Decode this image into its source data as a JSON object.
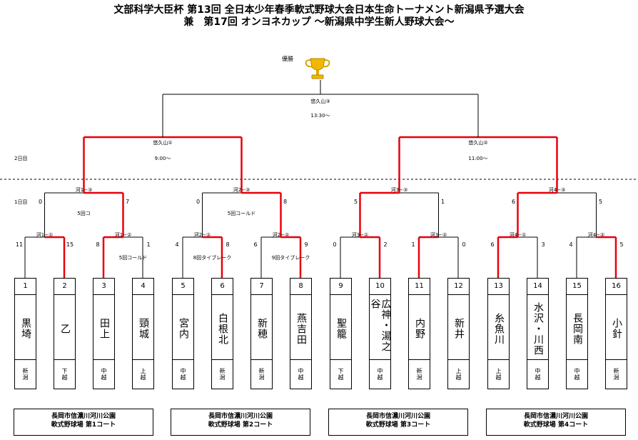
{
  "title_line1": "文部科学大臣杯 第13回 全日本少年春季軟式野球大会日本生命トーナメント新潟県予選大会",
  "title_line2": "兼　第17回 オンヨネカップ 〜新潟県中学生新人野球大会〜",
  "winner_label": "優勝",
  "day_labels": {
    "day2": "2日目",
    "day1": "1日目"
  },
  "final": {
    "venue": "悠久山③",
    "time": "13:30〜"
  },
  "semis": [
    {
      "venue": "悠久山①",
      "time": "9:00〜"
    },
    {
      "venue": "悠久山②",
      "time": "11:00〜"
    }
  ],
  "quarters": [
    {
      "label": "河1−③",
      "left_score": "0",
      "right_score": "7",
      "note": "5回コ"
    },
    {
      "label": "河2−③",
      "left_score": "0",
      "right_score": "8",
      "note": "5回コールド"
    },
    {
      "label": "河3−③",
      "left_score": "5",
      "right_score": "1",
      "note": ""
    },
    {
      "label": "河4−③",
      "left_score": "6",
      "right_score": "5",
      "note": ""
    }
  ],
  "first_round": [
    {
      "label": "河1−①",
      "left_score": "11",
      "right_score": "15",
      "note": ""
    },
    {
      "label": "河1−②",
      "left_score": "8",
      "right_score": "1",
      "note": "5回コールド"
    },
    {
      "label": "河2−①",
      "left_score": "4",
      "right_score": "8",
      "note": "8回タイブレーク"
    },
    {
      "label": "河2−②",
      "left_score": "6",
      "right_score": "9",
      "note": "9回タイブレーク"
    },
    {
      "label": "河3−①",
      "left_score": "0",
      "right_score": "2",
      "note": ""
    },
    {
      "label": "河3−②",
      "left_score": "1",
      "right_score": "0",
      "note": ""
    },
    {
      "label": "河4−①",
      "left_score": "6",
      "right_score": "3",
      "note": ""
    },
    {
      "label": "河4−②",
      "left_score": "4",
      "right_score": "5",
      "note": ""
    }
  ],
  "teams": [
    {
      "num": "1",
      "name": "黒埼",
      "region": "新潟"
    },
    {
      "num": "2",
      "name": "乙",
      "region": "下越"
    },
    {
      "num": "3",
      "name": "田上",
      "region": "中越"
    },
    {
      "num": "4",
      "name": "頸城",
      "region": "上越"
    },
    {
      "num": "5",
      "name": "宮内",
      "region": "中越"
    },
    {
      "num": "6",
      "name": "白根北",
      "region": "新潟"
    },
    {
      "num": "7",
      "name": "新穂",
      "region": "新潟"
    },
    {
      "num": "8",
      "name": "燕吉田",
      "region": "中越"
    },
    {
      "num": "9",
      "name": "聖籠",
      "region": "下越"
    },
    {
      "num": "10",
      "name": "広神・湯之谷",
      "region": "中越"
    },
    {
      "num": "11",
      "name": "内野",
      "region": "新潟"
    },
    {
      "num": "12",
      "name": "新井",
      "region": "上越"
    },
    {
      "num": "13",
      "name": "糸魚川",
      "region": "上越"
    },
    {
      "num": "14",
      "name": "水沢・川西",
      "region": "中越"
    },
    {
      "num": "15",
      "name": "長岡南",
      "region": "中越"
    },
    {
      "num": "16",
      "name": "小針",
      "region": "新潟"
    }
  ],
  "venues": [
    {
      "line1": "長岡市信濃川河川公園",
      "line2": "軟式野球場 第1コート"
    },
    {
      "line1": "長岡市信濃川河川公園",
      "line2": "軟式野球場 第2コート"
    },
    {
      "line1": "長岡市信濃川河川公園",
      "line2": "軟式野球場 第3コート"
    },
    {
      "line1": "長岡市信濃川河川公園",
      "line2": "軟式野球場 第4コート"
    }
  ],
  "colors": {
    "winner_line": "#e8000b",
    "loser_line": "#000000",
    "trophy": "#f2b800"
  }
}
